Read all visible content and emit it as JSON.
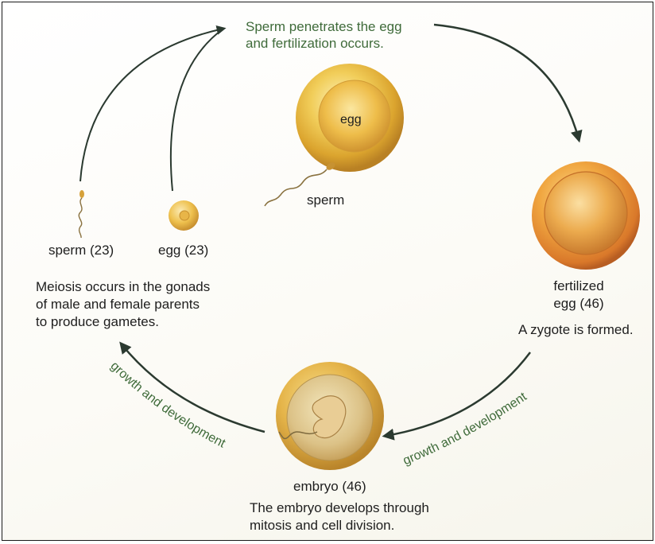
{
  "fertilization": {
    "line1": "Sperm penetrates the egg",
    "line2": "and fertilization occurs."
  },
  "center_cell": {
    "egg_label": "egg",
    "sperm_label": "sperm"
  },
  "gametes": {
    "sperm_label": "sperm (23)",
    "egg_label": "egg (23)",
    "meiosis_line1": "Meiosis occurs in the gonads",
    "meiosis_line2": "of male and female parents",
    "meiosis_line3": "to produce gametes."
  },
  "zygote": {
    "label_line1": "fertilized",
    "label_line2": "egg (46)",
    "caption": "A zygote is formed."
  },
  "embryo": {
    "label": "embryo (46)",
    "caption_line1": "The embryo develops through",
    "caption_line2": "mitosis and cell division."
  },
  "arrows": {
    "right_label": "growth and development",
    "left_label": "growth and development"
  },
  "colors": {
    "arrow": "#2b3a30",
    "caption_green": "#3f6b3a",
    "egg_gold": "#e7b63a",
    "zygote_orange": "#e08a2a"
  }
}
